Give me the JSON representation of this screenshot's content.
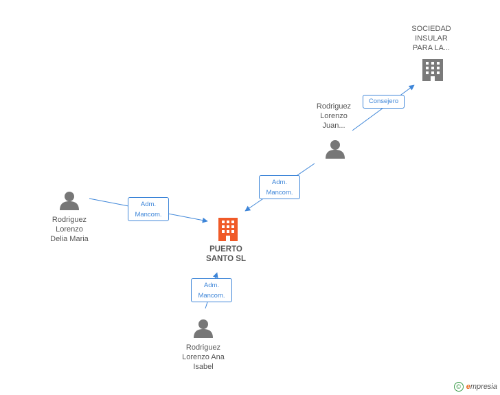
{
  "companies": {
    "main": {
      "line1": "PUERTO",
      "line2": "SANTO SL",
      "color": "#f05a28"
    },
    "sociedad": {
      "line1": "SOCIEDAD",
      "line2": "INSULAR",
      "line3": "PARA LA...",
      "color": "#7a7a7a"
    }
  },
  "persons": {
    "juan": {
      "line1": "Rodriguez",
      "line2": "Lorenzo",
      "line3": "Juan..."
    },
    "delia": {
      "line1": "Rodriguez",
      "line2": "Lorenzo",
      "line3": "Delia Maria"
    },
    "ana": {
      "line1": "Rodriguez",
      "line2": "Lorenzo Ana",
      "line3": "Isabel"
    }
  },
  "edges": {
    "consejero": {
      "label": "Consejero"
    },
    "juan_adm": {
      "line1": "Adm.",
      "line2": "Mancom."
    },
    "delia_adm": {
      "line1": "Adm.",
      "line2": "Mancom."
    },
    "ana_adm": {
      "line1": "Adm.",
      "line2": "Mancom."
    }
  },
  "colors": {
    "edge": "#3d85d8",
    "person": "#777777"
  },
  "footer": {
    "copyright": "©",
    "brand_e": "e",
    "brand_rest": "mpresia"
  }
}
